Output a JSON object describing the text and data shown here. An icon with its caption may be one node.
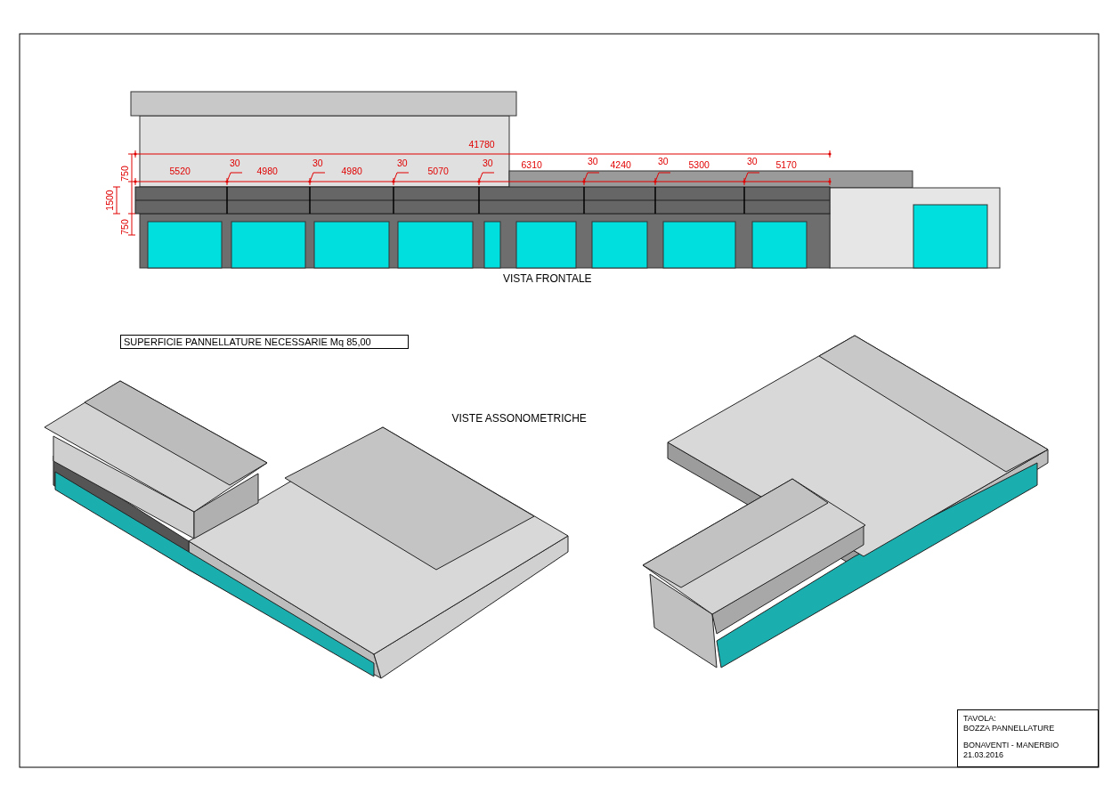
{
  "diagram": {
    "nodes": [
      {
        "text": [
          "SUPERFICIE PANNELLATURE NECESSARIE Mq 85,00"
        ]
      },
      {
        "text": [
          "TAVOLA:",
          "BOZZA PANNELLATURE",
          "BONAVENTI - MANERBIO",
          "21.03.2016"
        ]
      }
    ],
    "edges": [],
    "labels": [
      "41780",
      "750",
      "5520",
      "30",
      "4980",
      "30",
      "4980",
      "30",
      "5070",
      "30",
      "6310",
      "30",
      "4240",
      "30",
      "5300",
      "30",
      "5170",
      "1500",
      "750",
      "VISTA FRONTALE",
      "VISTE ASSONOMETRICHE"
    ]
  }
}
